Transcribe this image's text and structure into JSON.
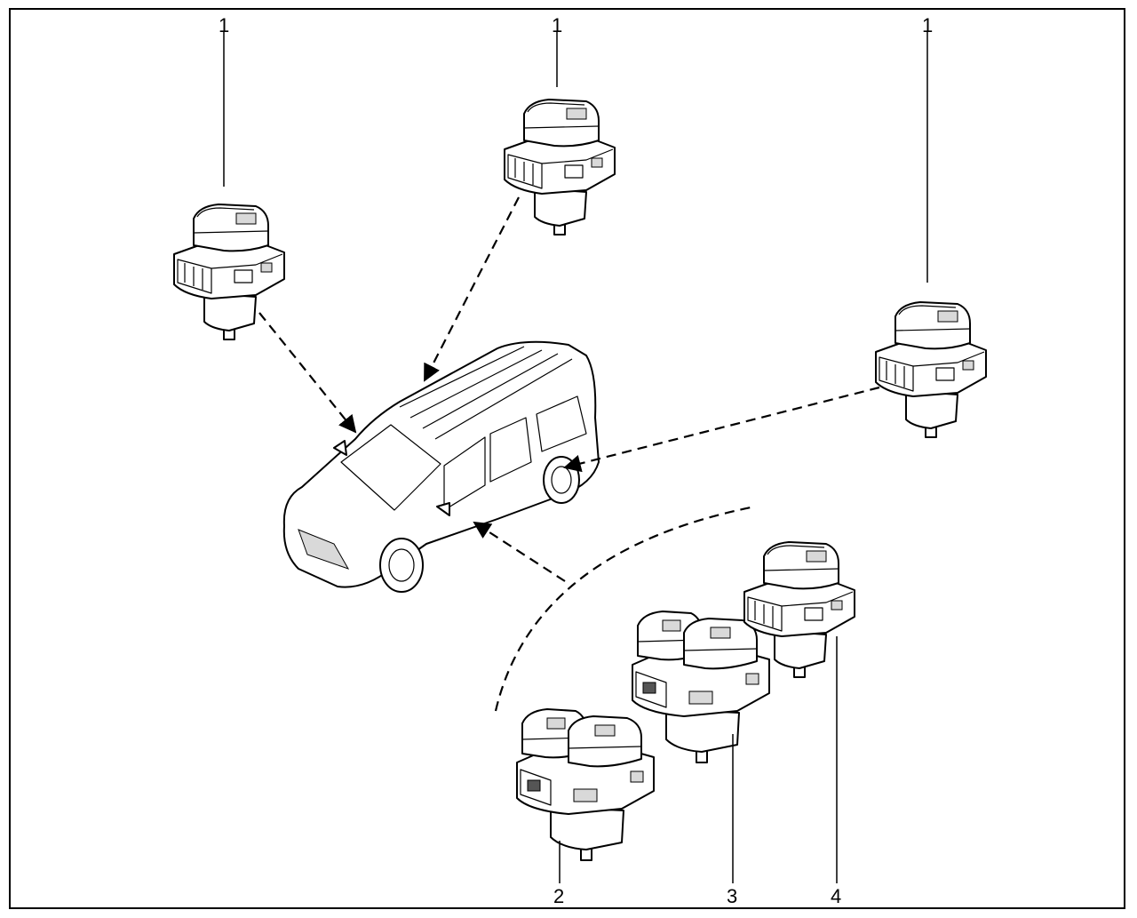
{
  "labels": {
    "switch_front_left": "1",
    "switch_front_top": "1",
    "switch_right": "1",
    "switch_double_a": "2",
    "switch_double_b": "3",
    "switch_single": "4"
  }
}
